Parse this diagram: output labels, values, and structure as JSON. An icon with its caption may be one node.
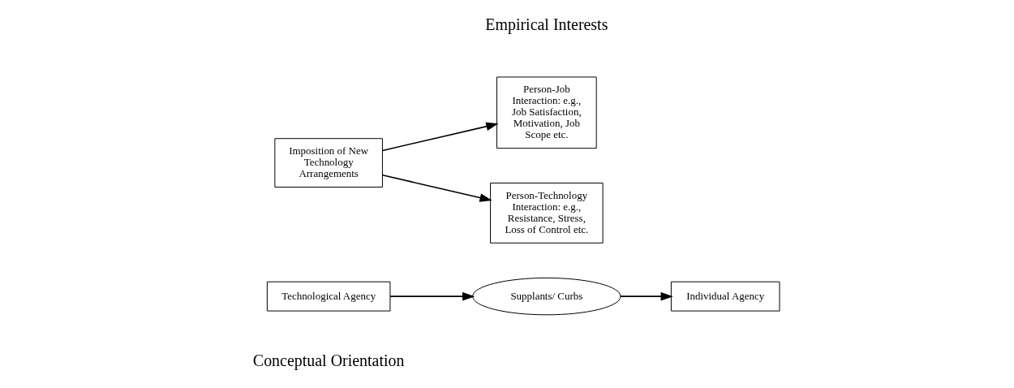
{
  "diagram": {
    "nodes": [
      {
        "text": [
          "Individual Agency"
        ]
      },
      {
        "text": [
          "Supplants/ Curbs"
        ]
      },
      {
        "text": [
          "Technological Agency"
        ]
      },
      {
        "text": [
          "Imposition of New Technology Arrangements"
        ]
      },
      {
        "text": [
          "Person-Job Interaction: e.g., Job Satisfaction, Motivation, Job Scope etc."
        ]
      },
      {
        "text": [
          "Person-Technology Interaction: e.g., Resistance, Stress, Loss of Control etc."
        ]
      }
    ],
    "edges": [
      {
        "from": 2,
        "to": 1,
        "arrow": "to"
      },
      {
        "from": 1,
        "to": 0,
        "arrow": "to"
      },
      {
        "from": 3,
        "to": 4,
        "arrow": "to"
      },
      {
        "from": 3,
        "to": 5,
        "arrow": "to"
      }
    ],
    "labels": [
      "Conceptual Orientation",
      "Empirical Interests"
    ]
  }
}
